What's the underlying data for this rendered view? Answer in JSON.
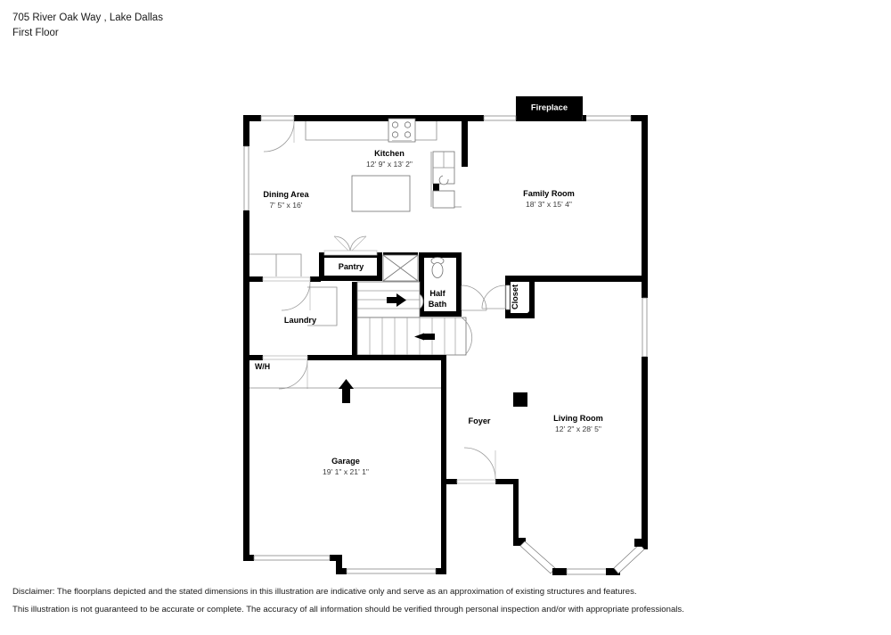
{
  "header": {
    "address": "705 River Oak Way , Lake Dallas",
    "floor": "First Floor"
  },
  "footer": {
    "line1": "Disclaimer: The floorplans depicted and the stated dimensions in this illustration are indicative only and serve as an approximation of existing structures and features.",
    "line2": "This illustration is not guaranteed to be accurate or complete. The accuracy of all information should be verified through personal inspection and/or with appropriate professionals."
  },
  "plan": {
    "fireplace_label": "Fireplace",
    "rooms": [
      {
        "id": "kitchen",
        "name": "Kitchen",
        "dimensions": "12' 9\" x 13' 2\""
      },
      {
        "id": "dining",
        "name": "Dining Area",
        "dimensions": "7' 5\" x 16'"
      },
      {
        "id": "family",
        "name": "Family Room",
        "dimensions": "18' 3\" x 15' 4\""
      },
      {
        "id": "living",
        "name": "Living Room",
        "dimensions": "12' 2\" x 28' 5\""
      },
      {
        "id": "garage",
        "name": "Garage",
        "dimensions": "19' 1\" x 21' 1\""
      }
    ],
    "labels": {
      "pantry": "Pantry",
      "laundry": "Laundry",
      "half_bath_line1": "Half",
      "half_bath_line2": "Bath",
      "closet": "Closet",
      "foyer": "Foyer",
      "water_heater": "W/H"
    },
    "colors": {
      "wall": "#000000",
      "background": "#ffffff",
      "fixture_stroke": "#707070",
      "dimension_text": "#3a3a3a"
    }
  }
}
